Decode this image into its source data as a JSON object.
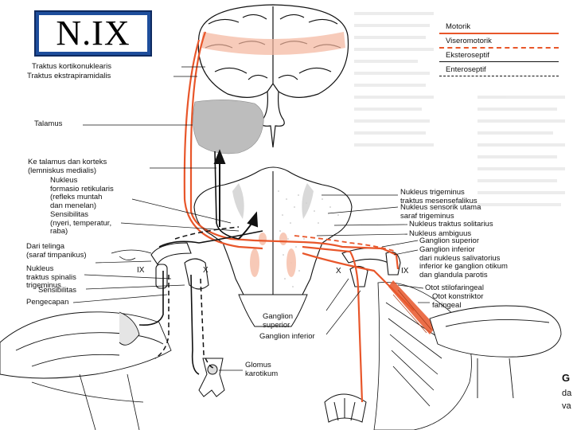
{
  "title": "N.IX",
  "colors": {
    "motor": "#e8562a",
    "visceromotor": "#e8562a",
    "ink": "#111111",
    "shade": "#bfbfbf",
    "accent_box": "#1e4e9c"
  },
  "legend": [
    {
      "label": "Motorik",
      "style": "solid",
      "color": "#e8562a"
    },
    {
      "label": "Viseromotorik",
      "style": "dashed",
      "color": "#e8562a"
    },
    {
      "label": "Eksteroseptif",
      "style": "solid",
      "color": "#111111"
    },
    {
      "label": "Enteroseptif",
      "style": "dashed",
      "color": "#111111"
    }
  ],
  "labels": {
    "traktus_kortikonuklearis": "Traktus kortikonuklearis",
    "traktus_ekstrapiramidalis": "Traktus ekstrapiramidalis",
    "talamus": "Talamus",
    "ke_talamus": "Ke talamus dan korteks\n(lemniskus medialis)",
    "nukleus_formasio": "Nukleus\nformasio retikularis\n(refleks muntah\ndan menelan)",
    "sensibilitas": "Sensibilitas\n(nyeri, temperatur,\nraba)",
    "dari_telinga": "Dari telinga\n(saraf timpanikus)",
    "nukleus_traktus_spinalis": "Nukleus\ntraktus spinalis\ntrigeminus",
    "sensibilitas_2": "Sensibilitas",
    "pengecapan": "Pengecapan",
    "nukleus_trigeminus_mes": "Nukleus trigeminus\ntraktus mesensefalikus",
    "nukleus_sensorik_utama": "Nukleus sensorik utama\nsaraf trigeminus",
    "nukleus_traktus_solitarius": "Nukleus traktus solitarius",
    "nukleus_ambiguus": "Nukleus ambiguus",
    "ganglion_superior_r": "Ganglion superior",
    "ganglion_inferior_r": "Ganglion inferior\ndari nukleus salivatorius\ninferior ke ganglion otikum\ndan glandula parotis",
    "otot_stilofaringeal": "Otot stilofaringeal",
    "otot_konstriktor": "Otot konstriktor\nfaringeal",
    "ganglion_superior_c": "Ganglion\nsuperior",
    "ganglion_inferior_c": "Ganglion inferior",
    "glomus_karotikum": "Glomus\nkarotikum",
    "ix_left": "IX",
    "x_left": "X",
    "x_right": "X",
    "ix_right": "IX"
  },
  "edge_text": {
    "g": "G",
    "da": "da",
    "va": "va"
  }
}
